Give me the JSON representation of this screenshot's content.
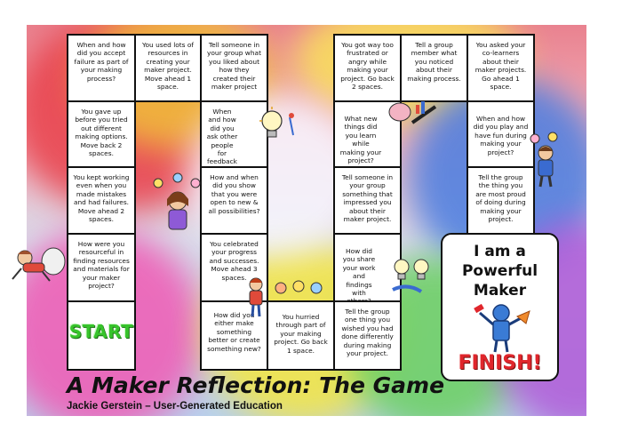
{
  "cells": [
    {
      "id": "c1",
      "text": "When and how did you accept failure as part of your making process?"
    },
    {
      "id": "c2",
      "text": "You gave up before you tried out different making options. Move back 2 spaces."
    },
    {
      "id": "c3",
      "text": "You kept working even when you made mistakes and had failures. Move ahead 2 spaces."
    },
    {
      "id": "c4",
      "text": "How were you resourceful in finding resources and materials for your maker project?"
    },
    {
      "id": "c5",
      "text": "You used lots of resources in creating your maker project. Move ahead 1 space."
    },
    {
      "id": "c6",
      "text": "Tell someone in your group what you liked about how they created their maker project"
    },
    {
      "id": "c7",
      "text": "When and how did you ask other people for feedback to work with you?"
    },
    {
      "id": "c8",
      "text": "How and when did you show that you were open to new & all possibilities?"
    },
    {
      "id": "c9",
      "text": "You celebrated your progress and successes. Move ahead 3 spaces."
    },
    {
      "id": "c10",
      "text": "How did you either make something better or create something new?"
    },
    {
      "id": "c11",
      "text": "You hurried through part of your making project. Go back 1 space."
    },
    {
      "id": "c12",
      "text": "Tell the group one thing you wished you had done differently during making your project."
    },
    {
      "id": "c13",
      "text": "How did you share your work and findings with others?"
    },
    {
      "id": "c14",
      "text": "Tell someone in your group something that impressed you about their maker project."
    },
    {
      "id": "c15",
      "text": "What new things did you learn while making your project?"
    },
    {
      "id": "c16",
      "text": "You got way too frustrated or angry while making your project. Go back 2 spaces."
    },
    {
      "id": "c17",
      "text": "Tell a group member what you noticed about their making process."
    },
    {
      "id": "c18",
      "text": "You asked your co-learners about their maker projects. Go ahead 1 space."
    },
    {
      "id": "c19",
      "text": "When and how did you play and have fun during making your project?"
    },
    {
      "id": "c20",
      "text": "Tell the group the thing you are most proud of doing during making your project."
    }
  ],
  "start_label": "START",
  "finish": {
    "title_line1": "I am a",
    "title_line2": "Powerful",
    "title_line3": "Maker",
    "label": "FINISH!"
  },
  "game_title": "A Maker Reflection: The Game",
  "byline": "Jackie Gerstein – User-Generated Education",
  "colors": {
    "start": "#37c42b",
    "finish": "#e0262c",
    "border": "#111111"
  }
}
